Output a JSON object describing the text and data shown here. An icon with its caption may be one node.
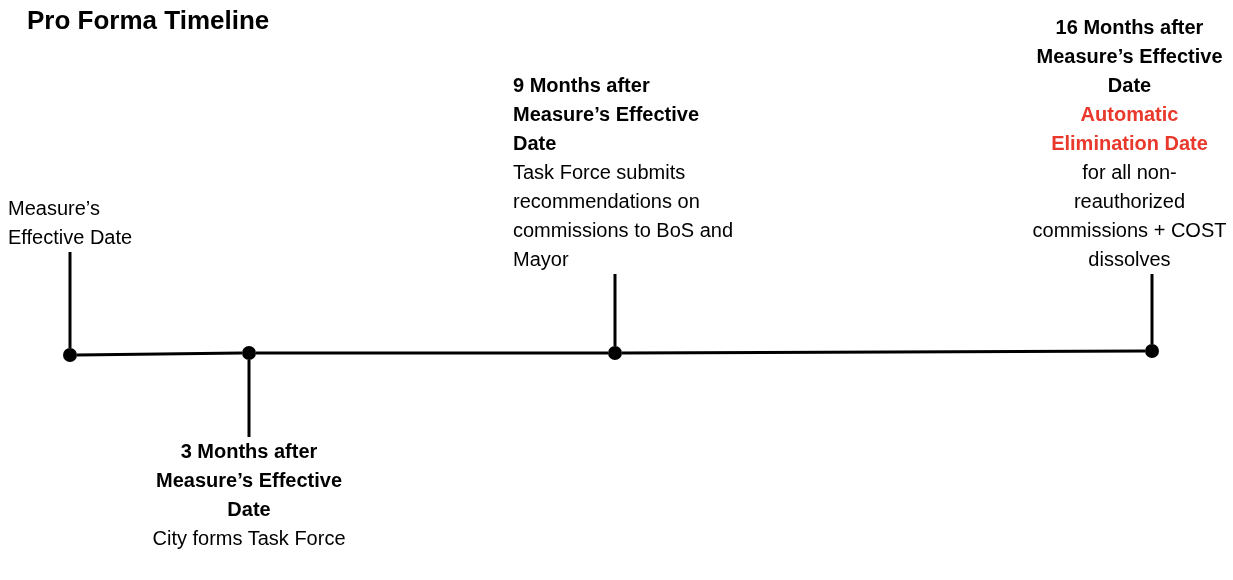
{
  "diagram": {
    "title": "Pro Forma Timeline",
    "nodes": [
      {
        "text": [
          "Measure’s Effective Date"
        ]
      },
      {
        "text": [
          "3 Months after Measure’s Effective Date",
          "City forms Task Force"
        ]
      },
      {
        "text": [
          "9 Months after Measure’s Effective Date",
          "Task Force submits recommendations on commissions to BoS and Mayor"
        ]
      },
      {
        "text": [
          "16 Months after Measure’s Effective Date",
          "Automatic Elimination Date",
          "for all non-reauthorized commissions + COST dissolves"
        ]
      },
      {
        "text": [],
        "shape": "circle"
      },
      {
        "text": [],
        "shape": "circle"
      },
      {
        "text": [],
        "shape": "circle"
      },
      {
        "text": [],
        "shape": "circle"
      }
    ],
    "edges": [
      {
        "from": 0,
        "to": 4,
        "arrow": "none"
      },
      {
        "from": 1,
        "to": 5,
        "arrow": "none"
      },
      {
        "from": 2,
        "to": 6,
        "arrow": "none"
      },
      {
        "from": 3,
        "to": 7,
        "arrow": "none"
      },
      {
        "from": 4,
        "to": 5,
        "arrow": "none"
      },
      {
        "from": 5,
        "to": 6,
        "arrow": "none"
      },
      {
        "from": 6,
        "to": 7,
        "arrow": "none"
      }
    ]
  }
}
